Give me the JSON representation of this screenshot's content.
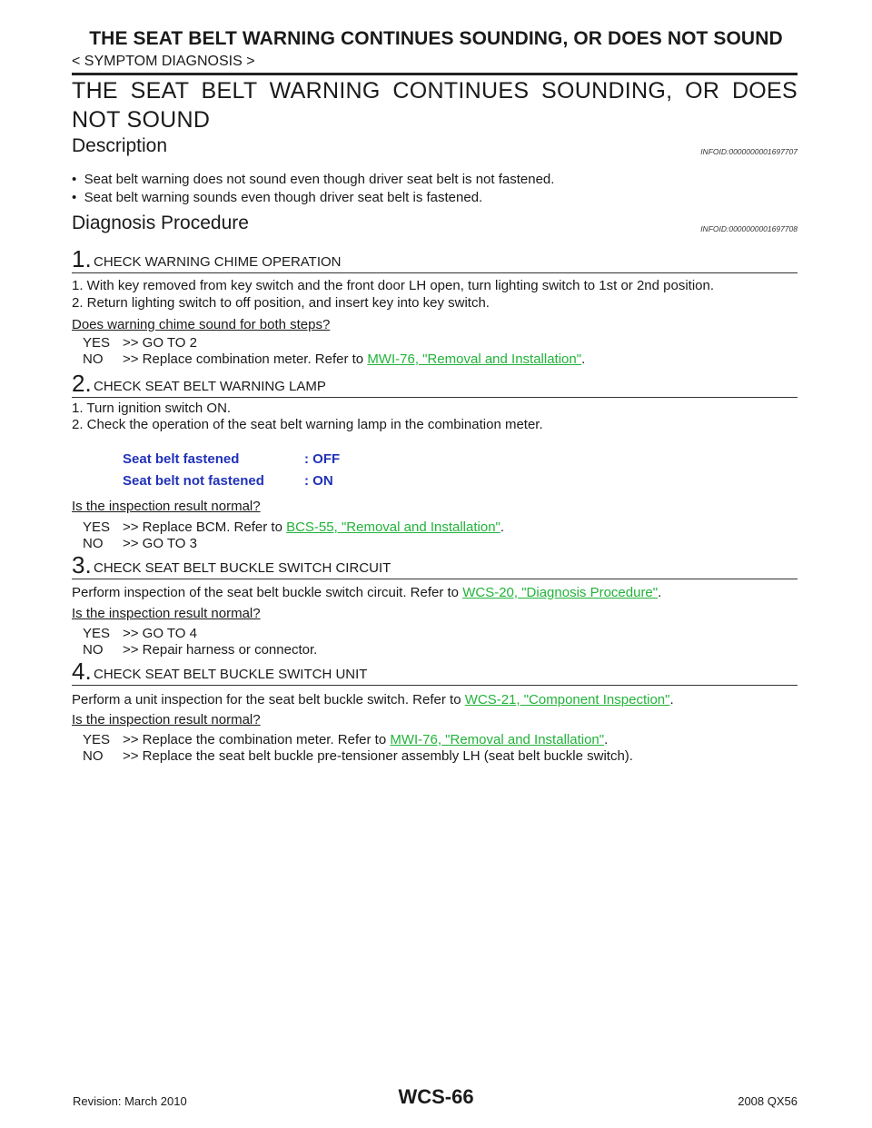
{
  "header": {
    "title": "THE SEAT BELT WARNING CONTINUES SOUNDING, OR DOES NOT SOUND",
    "section": "< SYMPTOM DIAGNOSIS >"
  },
  "main_title": "THE SEAT BELT WARNING CONTINUES SOUNDING, OR DOES NOT SOUND",
  "description": {
    "heading": "Description",
    "infoid": "INFOID:0000000001697707",
    "bullets": [
      "Seat belt warning does not sound even though driver seat belt is not fastened.",
      "Seat belt warning sounds even though driver seat belt is fastened."
    ]
  },
  "diagnosis": {
    "heading": "Diagnosis Procedure",
    "infoid": "INFOID:0000000001697708"
  },
  "steps": [
    {
      "num": "1.",
      "title": "CHECK WARNING CHIME OPERATION",
      "lines": [
        "1.   With key removed from key switch and the front door LH open, turn lighting switch to 1st or 2nd position.",
        "2.   Return lighting switch to off position, and insert key into key switch."
      ],
      "question": "Does warning chime sound for both steps?",
      "yes_key": "YES",
      "yes_text": ">> GO TO 2",
      "no_key": "NO",
      "no_text": ">> Replace combination meter. Refer to ",
      "no_link": "MWI-76, \"Removal and Installation\"",
      "no_end": "."
    },
    {
      "num": "2.",
      "title": "CHECK SEAT BELT WARNING LAMP",
      "lines": [
        "1.   Turn ignition switch ON.",
        "2.   Check the operation of the seat belt warning lamp in the combination meter."
      ],
      "spec": [
        {
          "label": "Seat belt fastened",
          "value": ": OFF"
        },
        {
          "label": "Seat belt not fastened",
          "value": ": ON"
        }
      ],
      "question": "Is the inspection result normal?",
      "yes_key": "YES",
      "yes_text": ">> Replace BCM. Refer to ",
      "yes_link": "BCS-55, \"Removal and Installation\"",
      "yes_end": ".",
      "no_key": "NO",
      "no_text": ">> GO TO 3"
    },
    {
      "num": "3.",
      "title": "CHECK SEAT BELT BUCKLE SWITCH CIRCUIT",
      "text": "Perform inspection of the seat belt buckle switch circuit. Refer to ",
      "link": "WCS-20, \"Diagnosis  Procedure\"",
      "end": ".",
      "question": "Is the inspection result normal?",
      "yes_key": "YES",
      "yes_text": ">> GO TO 4",
      "no_key": "NO",
      "no_text": ">> Repair harness or connector."
    },
    {
      "num": "4.",
      "title": "CHECK SEAT BELT BUCKLE SWITCH UNIT",
      "text": "Perform a unit inspection for the seat belt buckle switch. Refer to ",
      "link": "WCS-21, \"Component Inspection\"",
      "end": ".",
      "question": "Is the inspection result normal?",
      "yes_key": "YES",
      "yes_text": ">> Replace the combination meter. Refer to ",
      "yes_link": "MWI-76, \"Removal and Installation\"",
      "yes_end": ".",
      "no_key": "NO",
      "no_text": ">> Replace the seat belt buckle pre-tensioner assembly LH (seat belt buckle switch)."
    }
  ],
  "footer": {
    "revision": "Revision: March 2010",
    "page": "WCS-66",
    "model": "2008 QX56"
  }
}
